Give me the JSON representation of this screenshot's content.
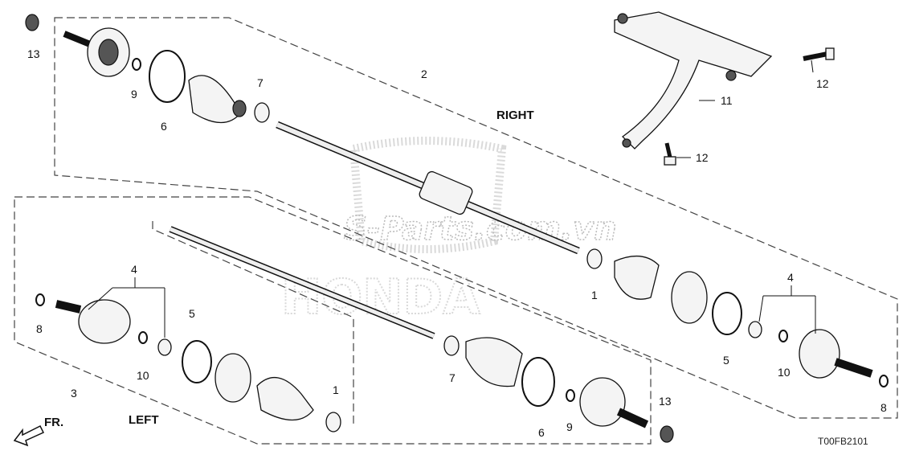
{
  "diagram": {
    "code": "T00FB2101",
    "watermark": "S-Parts.com.vn",
    "logo_text": "HONDA",
    "groups": {
      "right": "RIGHT",
      "left": "LEFT"
    },
    "direction": "FR.",
    "callouts": {
      "c13a": "13",
      "c9a": "9",
      "c6a": "6",
      "c7a": "7",
      "c2": "2",
      "c11": "11",
      "c12a": "12",
      "c12b": "12",
      "c1a": "1",
      "c4a": "4",
      "c5a": "5",
      "c10a": "10",
      "c8a": "8",
      "c8b": "8",
      "c4b": "4",
      "c10b": "10",
      "c5b": "5",
      "c3": "3",
      "c1b": "1",
      "c7b": "7",
      "c6b": "6",
      "c9b": "9",
      "c13b": "13"
    }
  }
}
